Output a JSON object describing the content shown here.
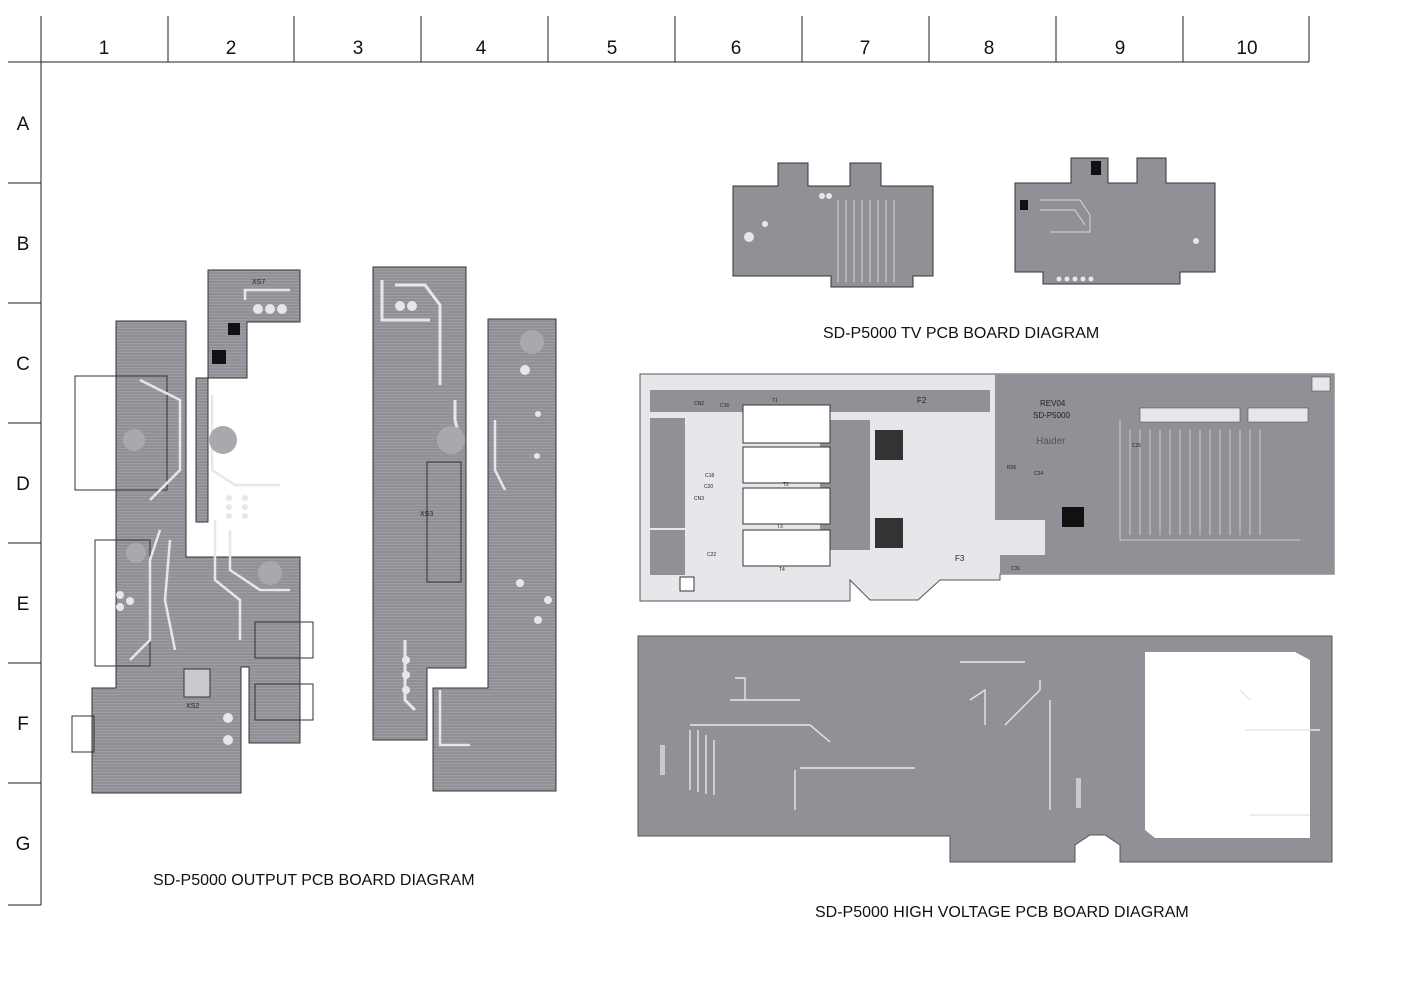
{
  "grid": {
    "columns": [
      "1",
      "2",
      "3",
      "4",
      "5",
      "6",
      "7",
      "8",
      "9",
      "10"
    ],
    "rows": [
      "A",
      "B",
      "C",
      "D",
      "E",
      "F",
      "G"
    ]
  },
  "captions": {
    "output": "SD-P5000 OUTPUT PCB BOARD DIAGRAM",
    "tv": "SD-P5000 TV PCB BOARD DIAGRAM",
    "high_voltage": "SD-P5000 HIGH VOLTAGE PCB BOARD DIAGRAM"
  },
  "output_board": {
    "labels": [
      "XS7",
      "XS2",
      "XS3"
    ]
  },
  "hv_board": {
    "labels": {
      "rev": "REV04",
      "model": "SD-P5000",
      "brand": "Haider",
      "t1": "T1",
      "t2": "T2",
      "t3": "T3",
      "t4": "T4",
      "cn2": "CN2",
      "cn3": "CN3",
      "c16": "C16",
      "c18": "C18",
      "c20": "C20",
      "c22": "C22",
      "f2": "F2",
      "f3": "F3",
      "r26": "R26",
      "c24": "C24",
      "c25": "C25",
      "c31": "C31"
    }
  },
  "colors": {
    "board_fill": "#8f9197",
    "board_fill_light": "#a3a5aa",
    "trace": "#e6e7ea",
    "outline": "#333333",
    "grid_line": "#222222"
  }
}
